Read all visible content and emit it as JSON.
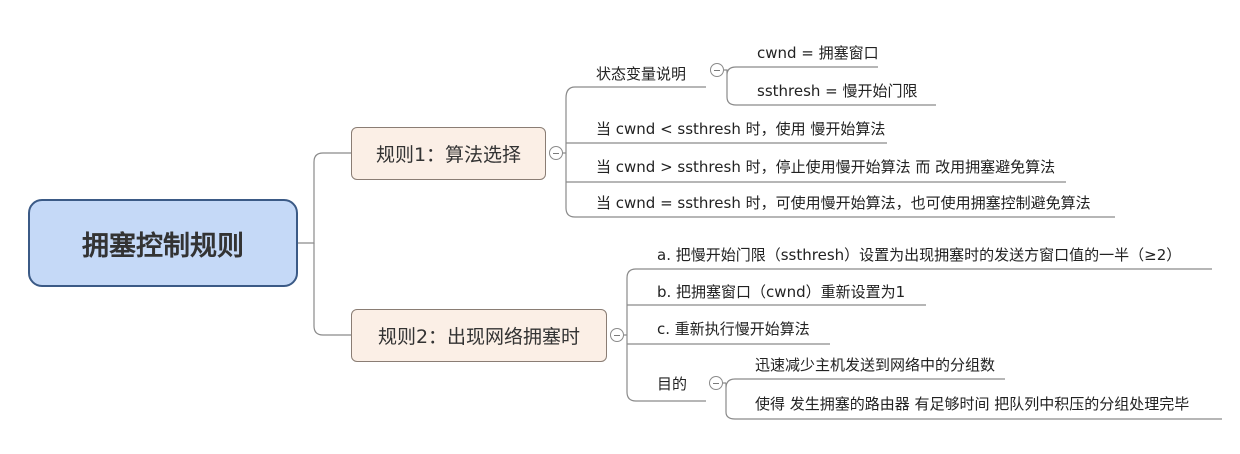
{
  "root": {
    "title": "拥塞控制规则"
  },
  "branches": [
    {
      "title": "规则1：算法选择",
      "children": [
        {
          "text": "状态变量说明",
          "children": [
            "cwnd = 拥塞窗口",
            "ssthresh = 慢开始门限"
          ]
        },
        {
          "text": "当 cwnd < ssthresh 时，使用 慢开始算法"
        },
        {
          "text": "当 cwnd > ssthresh 时，停止使用慢开始算法 而 改用拥塞避免算法"
        },
        {
          "text": "当 cwnd = ssthresh 时，可使用慢开始算法，也可使用拥塞控制避免算法"
        }
      ]
    },
    {
      "title": "规则2：出现网络拥塞时",
      "children": [
        {
          "text": "a. 把慢开始门限（ssthresh）设置为出现拥塞时的发送方窗口值的一半（≥2）"
        },
        {
          "text": "b. 把拥塞窗口（cwnd）重新设置为1"
        },
        {
          "text": "c. 重新执行慢开始算法"
        },
        {
          "text": "目的",
          "children": [
            "迅速减少主机发送到网络中的分组数",
            "使得 发生拥塞的路由器 有足够时间 把队列中积压的分组处理完毕"
          ]
        }
      ]
    }
  ],
  "colors": {
    "root_fill": "#c5d9f7",
    "root_border": "#3b5a86",
    "branch_fill": "#fbefe6",
    "branch_border": "#8a7d74",
    "line": "#8a8a8a"
  }
}
